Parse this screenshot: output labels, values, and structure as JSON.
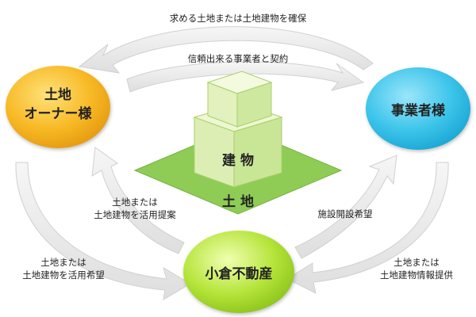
{
  "nodes": {
    "owner": {
      "line1": "土地",
      "line2": "オーナー様",
      "color": "#f5b82a"
    },
    "business": {
      "label": "事業者様",
      "color": "#3cc4ea"
    },
    "company": {
      "label": "小倉不動産",
      "color": "#b5e43a"
    }
  },
  "building": {
    "label": "建 物"
  },
  "land": {
    "label": "土 地"
  },
  "arrows": {
    "top_outer": "求める土地または土地建物を確保",
    "top_inner": "信頼出来る事業者と契約",
    "center_left_1": "土地または",
    "center_left_2": "土地建物を活用提案",
    "center_right": "施設開設希望",
    "bottom_left_1": "土地または",
    "bottom_left_2": "土地建物を活用希望",
    "bottom_right_1": "土地または",
    "bottom_right_2": "土地建物情報提供"
  },
  "colors": {
    "arrow_fill": "#eeeeee",
    "arrow_stroke": "#cccccc",
    "land_fill": "#8fcc55",
    "cube_top": "#eef7d2",
    "cube_side": "#c9e596"
  }
}
